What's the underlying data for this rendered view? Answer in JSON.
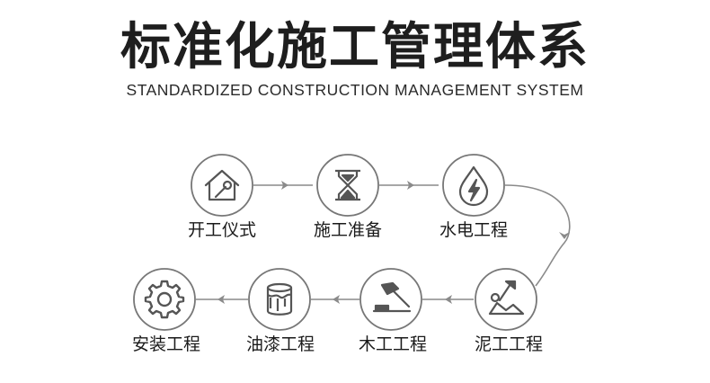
{
  "header": {
    "title": "标准化施工管理体系",
    "subtitle": "STANDARDIZED CONSTRUCTION MANAGEMENT SYSTEM"
  },
  "steps": [
    {
      "label": "开工仪式",
      "icon": "house-wrench-icon"
    },
    {
      "label": "施工准备",
      "icon": "hourglass-icon"
    },
    {
      "label": "水电工程",
      "icon": "water-drop-lightning-icon"
    },
    {
      "label": "泥工工程",
      "icon": "trowel-icon"
    },
    {
      "label": "木工工程",
      "icon": "hammer-icon"
    },
    {
      "label": "油漆工程",
      "icon": "paint-bucket-icon"
    },
    {
      "label": "安装工程",
      "icon": "gear-icon"
    }
  ],
  "colors": {
    "title": "#1e1e1e",
    "line": "#8a8a8a",
    "icon": "#555555"
  }
}
